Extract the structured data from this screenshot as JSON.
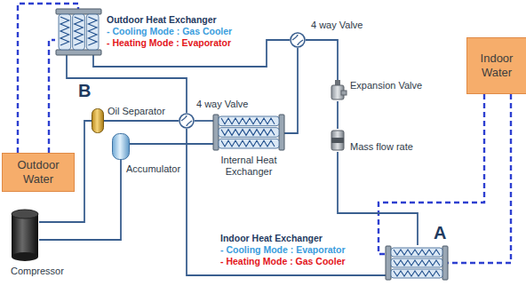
{
  "diagram": {
    "nodes": [
      {
        "text": [
          "Outdoor Heat Exchanger",
          "- Cooling Mode : Gas Cooler",
          "- Heating Mode : Evaporator"
        ]
      },
      {
        "text": [
          "Indoor Water"
        ]
      },
      {
        "text": [
          "Outdoor Water"
        ]
      },
      {
        "text": [
          "Oil Separator"
        ]
      },
      {
        "text": [
          "Accumulator"
        ]
      },
      {
        "text": [
          "Compressor"
        ]
      },
      {
        "text": [
          "4 way Valve"
        ]
      },
      {
        "text": [
          "Internal Heat Exchanger"
        ]
      },
      {
        "text": [
          "4 way Valve"
        ]
      },
      {
        "text": [
          "Expansion Valve"
        ]
      },
      {
        "text": [
          "Mass flow rate"
        ]
      },
      {
        "text": [
          "Indoor Heat Exchanger",
          "- Cooling Mode : Evaporator",
          "- Heating Mode : Gas Cooler"
        ]
      }
    ],
    "edges": [
      {
        "from": 2,
        "to": 0,
        "arrow": "none"
      },
      {
        "from": 2,
        "to": 0,
        "arrow": "none"
      },
      {
        "from": 1,
        "to": 11,
        "arrow": "none"
      },
      {
        "from": 1,
        "to": 11,
        "arrow": "none"
      },
      {
        "from": 5,
        "to": 3,
        "arrow": "none"
      },
      {
        "from": 3,
        "to": 6,
        "arrow": "none"
      },
      {
        "from": 6,
        "to": 0,
        "arrow": "none"
      },
      {
        "from": 0,
        "to": 8,
        "arrow": "none"
      },
      {
        "from": 8,
        "to": 9,
        "arrow": "none"
      },
      {
        "from": 9,
        "to": 10,
        "arrow": "none"
      },
      {
        "from": 10,
        "to": 11,
        "arrow": "none"
      },
      {
        "from": 11,
        "to": 6,
        "arrow": "none"
      },
      {
        "from": 6,
        "to": 7,
        "arrow": "none"
      },
      {
        "from": 8,
        "to": 7,
        "arrow": "none"
      },
      {
        "from": 7,
        "to": 4,
        "arrow": "none"
      },
      {
        "from": 4,
        "to": 5,
        "arrow": "none"
      }
    ],
    "labels": [
      "B",
      "A"
    ]
  }
}
